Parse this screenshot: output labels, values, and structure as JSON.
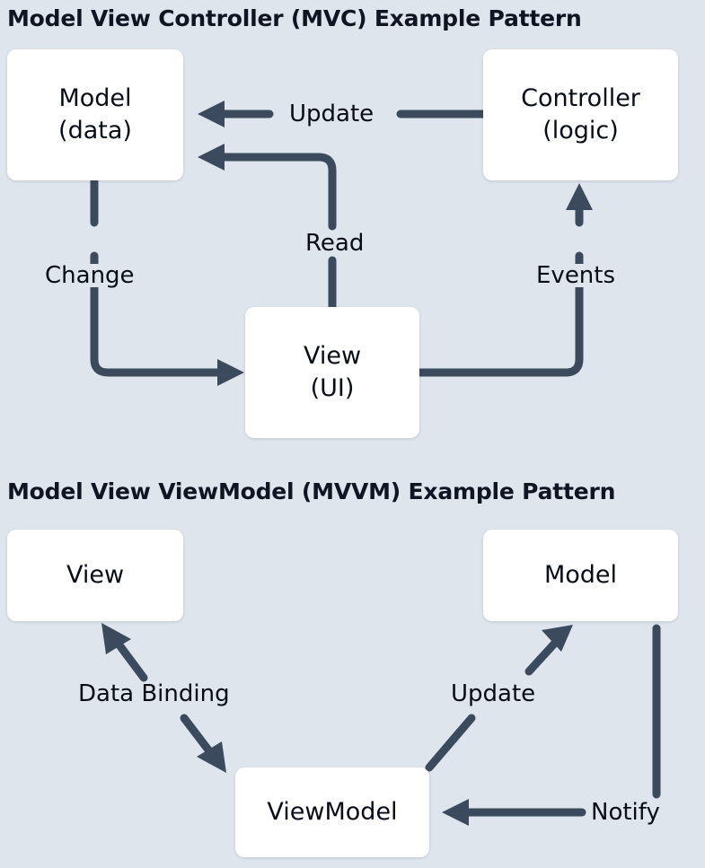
{
  "page": {
    "background_color": "#dee5ed",
    "text_color": "#070d16",
    "arrow_color": "#3c4a5d",
    "node_fill": "#ffffff"
  },
  "mvc": {
    "title": "Model View Controller (MVC) Example Pattern",
    "nodes": {
      "model": {
        "line1": "Model",
        "line2": "(data)"
      },
      "controller": {
        "line1": "Controller",
        "line2": "(logic)"
      },
      "view": {
        "line1": "View",
        "line2": "(UI)"
      }
    },
    "edges": {
      "update": "Update",
      "read": "Read",
      "change": "Change",
      "events": "Events"
    }
  },
  "mvvm": {
    "title": "Model View ViewModel (MVVM) Example Pattern",
    "nodes": {
      "view": {
        "line1": "View"
      },
      "model": {
        "line1": "Model"
      },
      "viewmodel": {
        "line1": "ViewModel"
      }
    },
    "edges": {
      "data_binding": "Data Binding",
      "update": "Update",
      "notify": "Notify"
    }
  }
}
